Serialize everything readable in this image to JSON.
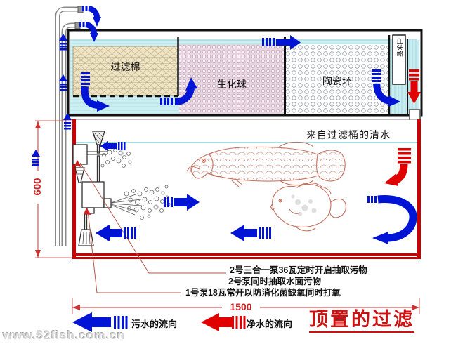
{
  "title": "顶置的过滤",
  "watermark": "www.52fish.com.cn",
  "filter_box": {
    "sections": [
      {
        "label": "过滤棉"
      },
      {
        "label": "生化球"
      },
      {
        "label": "陶瓷环"
      }
    ],
    "outlet_label": "出水管"
  },
  "tank": {
    "clean_water_note": "来自过滤桶的清水"
  },
  "annotations": [
    "2号三合一泵36瓦定时开启抽取污物",
    "2号泵同时抽取水面污物",
    "1号泵18瓦常开以防消化菌缺氧同时打氧"
  ],
  "dimensions": {
    "width": "1500",
    "height": "600"
  },
  "legend": {
    "dirty": "污水的流向",
    "clean": "净水的流向"
  },
  "colors": {
    "flow_dirty": "#0014d6",
    "flow_clean": "#e00000",
    "tank_border": "#cc0000",
    "dimension": "#cc2222",
    "title": "#cc1111",
    "water": "#cdeef2"
  }
}
